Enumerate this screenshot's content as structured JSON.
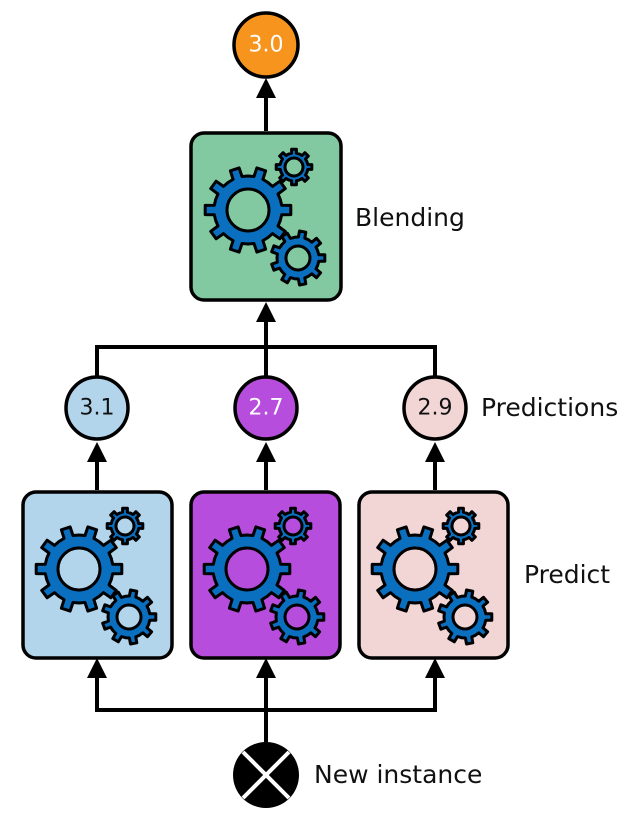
{
  "output": {
    "value": "3.0",
    "color": "#f7941d",
    "text_color": "#ffffff"
  },
  "blender": {
    "label": "Blending",
    "color": "#82c9a2"
  },
  "predictions_label": "Predictions",
  "predictors_label": "Predict",
  "input_label": "New instance",
  "predictions": [
    {
      "value": "3.1",
      "color": "#b3d5ec",
      "text_color": "#111111"
    },
    {
      "value": "2.7",
      "color": "#b74ddd",
      "text_color": "#ffffff"
    },
    {
      "value": "2.9",
      "color": "#f2d6d6",
      "text_color": "#111111"
    }
  ],
  "predictors": [
    {
      "color": "#b3d5ec"
    },
    {
      "color": "#b74ddd"
    },
    {
      "color": "#f2d6d6"
    }
  ],
  "gear_color": "#0a6fbf",
  "icons": {
    "gear": "gear-icon",
    "input": "x-circle-icon"
  }
}
